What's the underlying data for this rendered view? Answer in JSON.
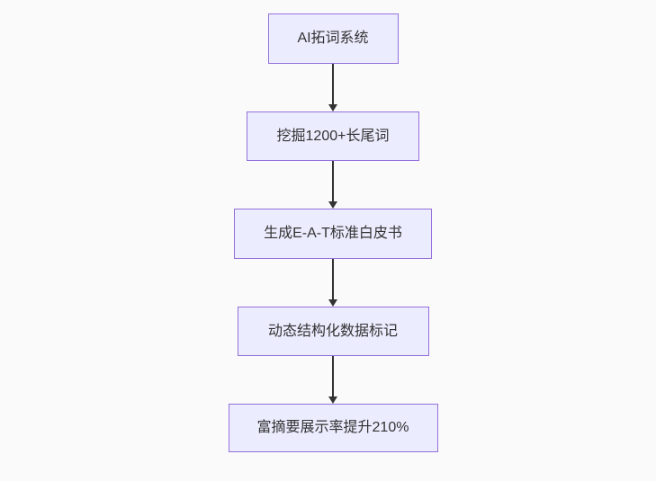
{
  "flowchart": {
    "type": "flowchart",
    "direction": "top-down",
    "nodes": [
      {
        "id": "node-1",
        "label": "AI拓词系统"
      },
      {
        "id": "node-2",
        "label": "挖掘1200+长尾词"
      },
      {
        "id": "node-3",
        "label": "生成E-A-T标准白皮书"
      },
      {
        "id": "node-4",
        "label": "动态结构化数据标记"
      },
      {
        "id": "node-5",
        "label": "富摘要展示率提升210%"
      }
    ],
    "edges": [
      {
        "from": "node-1",
        "to": "node-2",
        "arrow": "down"
      },
      {
        "from": "node-2",
        "to": "node-3",
        "arrow": "down"
      },
      {
        "from": "node-3",
        "to": "node-4",
        "arrow": "down"
      },
      {
        "from": "node-4",
        "to": "node-5",
        "arrow": "down"
      }
    ],
    "colors": {
      "node_fill": "#ECECFF",
      "node_border": "#9370DB",
      "node_text": "#333333",
      "edge": "#333333",
      "canvas_background": "#fafafa"
    }
  }
}
